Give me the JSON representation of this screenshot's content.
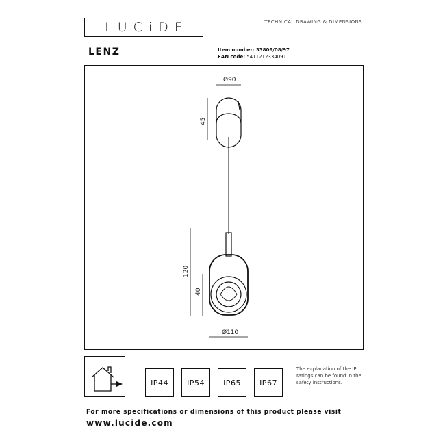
{
  "header": {
    "logo_text": "LUCiDE",
    "doc_title": "TECHNICAL DRAWING & DIMENSIONS"
  },
  "product": {
    "name": "LENZ",
    "item_number_label": "Item number:",
    "item_number_value": "33806/08/97",
    "ean_label": "EAN code:",
    "ean_value": "5411212334091"
  },
  "drawing": {
    "dim_top_diameter": "Ø90",
    "dim_canopy_height": "45",
    "dim_head_height": "120",
    "dim_ring_height": "40",
    "dim_bottom_diameter": "Ø110"
  },
  "ip_ratings": {
    "items": [
      "IP44",
      "IP54",
      "IP65",
      "IP67"
    ],
    "note": "The explanation of the IP ratings can be found in the safety instructions.",
    "icon": "house-icon"
  },
  "footer": {
    "spec_text": "For more specifications or dimensions of this product please visit",
    "website": "www.lucide.com"
  }
}
